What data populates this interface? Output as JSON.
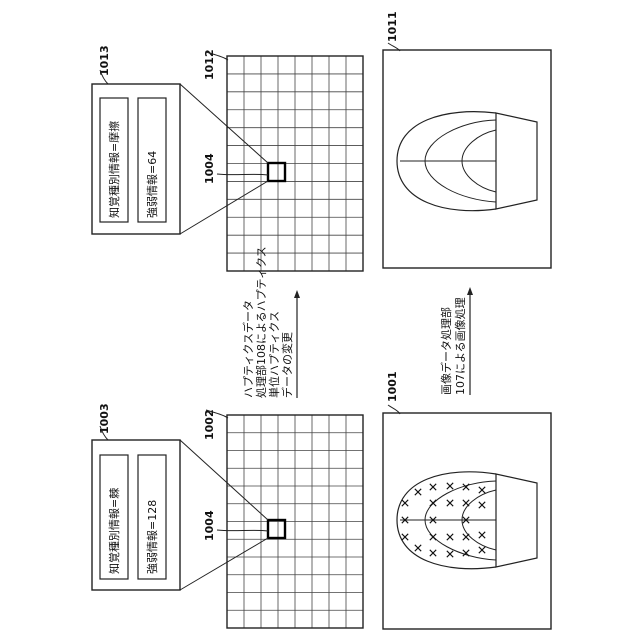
{
  "panels": [
    {
      "image_ref": "1001",
      "grid_ref": "1002",
      "info_ref": "1003",
      "cell_ref": "1004",
      "info_type": "知覚種別情報=棘",
      "info_strength": "強弱情報=128",
      "image": "cactus-spiny"
    },
    {
      "image_ref": "1011",
      "grid_ref": "1012",
      "info_ref": "1013",
      "cell_ref": "1004",
      "info_type": "知覚種別情報=摩擦",
      "info_strength": "強弱情報=64",
      "image": "cactus-smooth"
    }
  ],
  "arrows": {
    "haptic": [
      "ハプティクスデータ",
      "処理部108によるハプティクス",
      "単位ハプティクス",
      "データの変更"
    ],
    "image": [
      "画像データ処理部",
      "107による画像処理"
    ]
  }
}
